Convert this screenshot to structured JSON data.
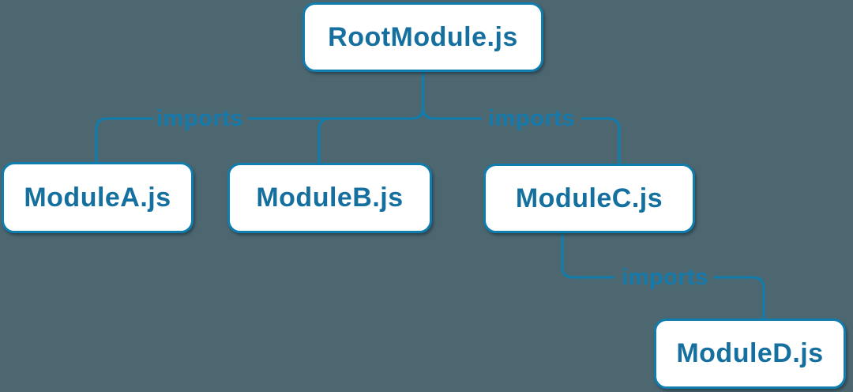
{
  "diagram": {
    "type": "module-dependency-tree",
    "nodes": [
      {
        "id": "root",
        "label": "RootModule.js"
      },
      {
        "id": "a",
        "label": "ModuleA.js"
      },
      {
        "id": "b",
        "label": "ModuleB.js"
      },
      {
        "id": "c",
        "label": "ModuleC.js"
      },
      {
        "id": "d",
        "label": "ModuleD.js"
      }
    ],
    "edge_labels": [
      {
        "id": "imports-left",
        "text": "imports"
      },
      {
        "id": "imports-right",
        "text": "imports"
      },
      {
        "id": "imports-bottom",
        "text": "imports"
      }
    ],
    "edges": [
      {
        "from": "RootModule.js",
        "to": "ModuleA.js",
        "label": "imports"
      },
      {
        "from": "RootModule.js",
        "to": "ModuleB.js",
        "label": "imports"
      },
      {
        "from": "RootModule.js",
        "to": "ModuleC.js",
        "label": "imports"
      },
      {
        "from": "ModuleC.js",
        "to": "ModuleD.js",
        "label": "imports"
      }
    ],
    "colors": {
      "background": "#4d6771",
      "line": "#0f7dae",
      "node_background": "#ffffff",
      "node_border": "#0f7dae",
      "node_text": "#16709f",
      "edge_label_text": "#1379ab"
    }
  }
}
